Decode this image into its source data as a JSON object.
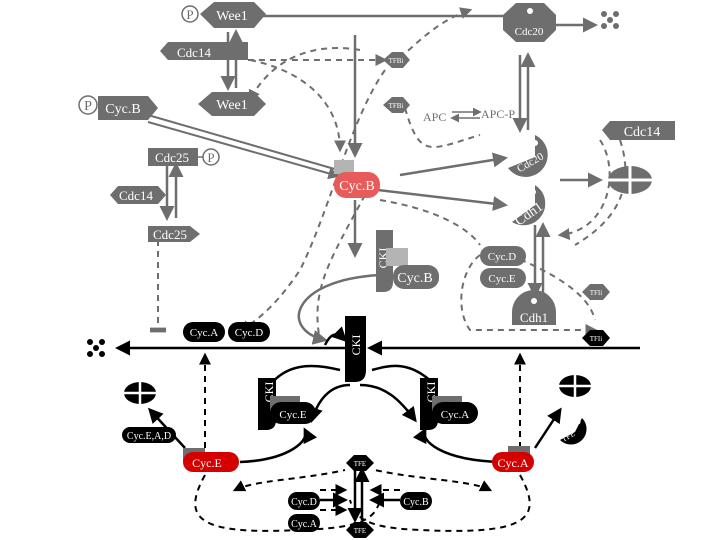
{
  "nodes": {
    "p1": "P",
    "wee1_top": "Wee1",
    "cdc20_top": "Cdc20",
    "cdc14_top": "Cdc14",
    "tfb_top": "TFBi",
    "p2": "P",
    "cycb_left": "Cyc.B",
    "wee1_mid": "Wee1",
    "tfb_mid": "TFBi",
    "apc": "APC",
    "apc_p": "APC-P",
    "cdc14_right": "Cdc14",
    "cdc25_top": "Cdc25",
    "p3": "P",
    "cdc20_mid": "Cdc20",
    "cycb_center": "Cyc.B",
    "cdc14_left": "Cdc14",
    "cdh1_upper": "Cdh1",
    "cdc25_lower": "Cdc25",
    "cki_upper": "CKI",
    "cycb_cki": "Cyc.B",
    "cycd_right": "Cyc.D",
    "cyce_right": "Cyc.E",
    "tfi_upper": "TFIi",
    "cdh1_lower": "Cdh1",
    "tfi_lower": "TFIi",
    "cyca_mid": "Cyc.A",
    "cycd_mid": "Cyc.D",
    "cki_center": "CKI",
    "cki_left": "CKI",
    "cyce_cki": "Cyc.E",
    "cki_right": "CKI",
    "cyca_cki": "Cyc.A",
    "cyc_ead": "Cyc.E,A,D",
    "tfe_small": "TFE",
    "cyce_red": "Cyc.E",
    "tfe_mid": "TFE",
    "cyca_red": "Cyc.A",
    "cycd_bottom": "Cyc.D",
    "cycb_bottom": "Cyc.B",
    "cyca_bottom": "Cyc.A",
    "tfe_bottom": "TFE"
  },
  "colors": {
    "grey": "#6e6e6e",
    "light_grey": "#b4b4b4",
    "black": "#000000",
    "red_light": "#e85b5b",
    "red": "#d40000",
    "white": "#ffffff"
  },
  "icons": {
    "degradation": "dots-cluster-icon",
    "cell_division": "split-cell-icon"
  }
}
